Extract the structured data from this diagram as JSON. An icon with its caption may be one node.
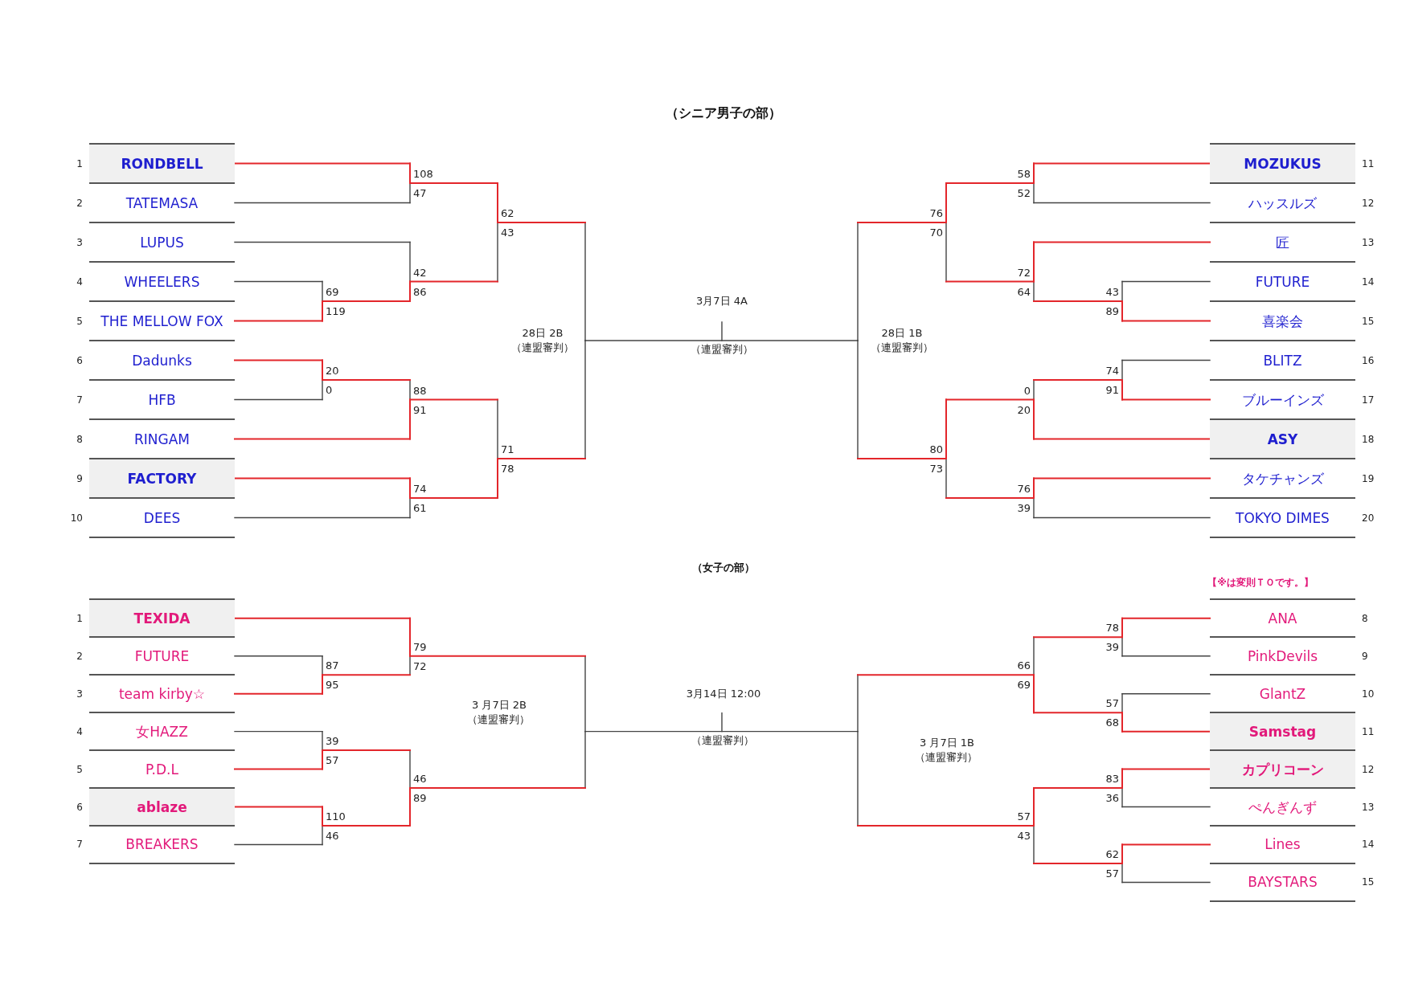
{
  "diagram": {
    "nodes": [
      {
        "text": [
          "RONDBELL"
        ],
        "beside": [
          "1"
        ]
      },
      {
        "text": [
          "TATEMASA"
        ],
        "beside": [
          "2"
        ]
      },
      {
        "text": [
          "LUPUS"
        ],
        "beside": [
          "3"
        ]
      },
      {
        "text": [
          "WHEELERS"
        ],
        "beside": [
          "4"
        ]
      },
      {
        "text": [
          "THE MELLOW FOX"
        ],
        "beside": [
          "5"
        ]
      },
      {
        "text": [
          "Dadunks"
        ],
        "beside": [
          "6"
        ]
      },
      {
        "text": [
          "HFB"
        ],
        "beside": [
          "7"
        ]
      },
      {
        "text": [
          "RINGAM"
        ],
        "beside": [
          "8"
        ]
      },
      {
        "text": [
          "FACTORY"
        ],
        "beside": [
          "9"
        ]
      },
      {
        "text": [
          "DEES"
        ],
        "beside": [
          "10"
        ]
      },
      {
        "text": [
          "MOZUKUS"
        ],
        "beside": [
          "11"
        ]
      },
      {
        "text": [
          "ハッスルズ"
        ],
        "beside": [
          "12"
        ]
      },
      {
        "text": [
          "匠"
        ],
        "beside": [
          "13"
        ]
      },
      {
        "text": [
          "FUTURE"
        ],
        "beside": [
          "14"
        ]
      },
      {
        "text": [
          "喜楽会"
        ],
        "beside": [
          "15"
        ]
      },
      {
        "text": [
          "BLITZ"
        ],
        "beside": [
          "16"
        ]
      },
      {
        "text": [
          "ブルーインズ"
        ],
        "beside": [
          "17"
        ]
      },
      {
        "text": [
          "ASY"
        ],
        "beside": [
          "18"
        ]
      },
      {
        "text": [
          "タケチャンズ"
        ],
        "beside": [
          "19"
        ]
      },
      {
        "text": [
          "TOKYO DIMES"
        ],
        "beside": [
          "20"
        ]
      },
      {
        "text": [
          "TEXIDA"
        ],
        "beside": [
          "1"
        ]
      },
      {
        "text": [
          "FUTURE"
        ],
        "beside": [
          "2"
        ]
      },
      {
        "text": [
          "team kirby☆"
        ],
        "beside": [
          "3"
        ]
      },
      {
        "text": [
          "女HAZZ"
        ],
        "beside": [
          "4"
        ]
      },
      {
        "text": [
          "P.D.L"
        ],
        "beside": [
          "5"
        ]
      },
      {
        "text": [
          "ablaze"
        ],
        "beside": [
          "6"
        ]
      },
      {
        "text": [
          "BREAKERS"
        ],
        "beside": [
          "7"
        ]
      },
      {
        "text": [
          "ANA"
        ],
        "beside": [
          "8"
        ]
      },
      {
        "text": [
          "PinkDevils"
        ],
        "beside": [
          "9"
        ]
      },
      {
        "text": [
          "GlantZ"
        ],
        "beside": [
          "10"
        ]
      },
      {
        "text": [
          "Samstag"
        ],
        "beside": [
          "11"
        ]
      },
      {
        "text": [
          "カプリコーン"
        ],
        "beside": [
          "12"
        ]
      },
      {
        "text": [
          "ぺんぎんず"
        ],
        "beside": [
          "13"
        ]
      },
      {
        "text": [
          "Lines"
        ],
        "beside": [
          "14"
        ]
      },
      {
        "text": [
          "BAYSTARS"
        ],
        "beside": [
          "15"
        ]
      }
    ],
    "labels": [
      "（シニア男子の部）",
      "108",
      "47",
      "62",
      "43",
      "42",
      "86",
      "69",
      "119",
      "20",
      "0",
      "88",
      "91",
      "71",
      "78",
      "74",
      "61",
      "28日 2B",
      "（連盟審判）",
      "3月7日 4A",
      "（連盟審判）",
      "28日 1B",
      "（連盟審判）",
      "58",
      "52",
      "76",
      "70",
      "72",
      "64",
      "43",
      "89",
      "74",
      "91",
      "0",
      "20",
      "80",
      "73",
      "76",
      "39",
      "（女子の部）",
      "【※は変則ＴＯです。】",
      "79",
      "72",
      "87",
      "95",
      "39",
      "57",
      "46",
      "89",
      "110",
      "46",
      "3 月7日 2B",
      "（連盟審判）",
      "3月14日 12:00",
      "（連盟審判）",
      "3 月7日 1B",
      "（連盟審判）",
      "78",
      "39",
      "66",
      "69",
      "57",
      "68",
      "83",
      "36",
      "57",
      "43",
      "62",
      "57"
    ]
  }
}
